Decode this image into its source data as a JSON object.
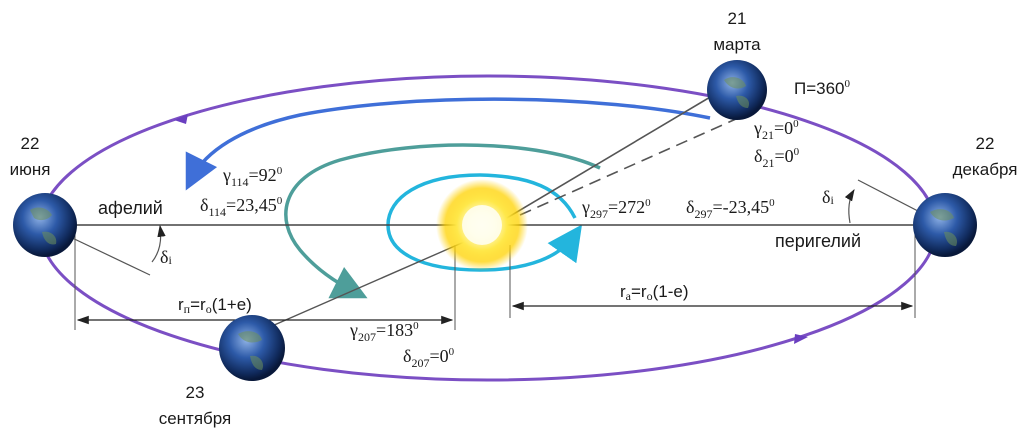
{
  "colors": {
    "outer_orbit": "#7b4fc4",
    "blue_arc": "#3f6fd8",
    "teal_arc": "#4e9e9a",
    "cyan_orbit": "#23b5dd",
    "axis_line": "#444444",
    "sun": "#ffd400"
  },
  "earths": {
    "june": {
      "day": "22",
      "month": "июня"
    },
    "march": {
      "day": "21",
      "month": "марта"
    },
    "december": {
      "day": "22",
      "month": "декабря"
    },
    "september": {
      "day": "23",
      "month": "сентября"
    }
  },
  "labels": {
    "aphelion": "афелий",
    "perihelion": "перигелий",
    "pi_eq": "П=360",
    "degree": "0"
  },
  "angles": {
    "g114": {
      "sym": "γ",
      "sub": "114",
      "val": "=92"
    },
    "d114": {
      "sym": "δ",
      "sub": "114",
      "val": "=23,45"
    },
    "g21": {
      "sym": "γ",
      "sub": "21",
      "val": "=0"
    },
    "d21": {
      "sym": "δ",
      "sub": "21",
      "val": "=0"
    },
    "g297": {
      "sym": "γ",
      "sub": "297",
      "val": "=272"
    },
    "d297": {
      "sym": "δ",
      "sub": "297",
      "val": "=-23,45"
    },
    "g207": {
      "sym": "γ",
      "sub": "207",
      "val": "=183"
    },
    "d207": {
      "sym": "δ",
      "sub": "207",
      "val": "=0"
    }
  },
  "delta_i": {
    "sym": "δ",
    "idx": "i"
  },
  "distances": {
    "rp": {
      "r": "r",
      "rsub": "п",
      "eq": "=r",
      "osub": "o",
      "tail": "(1+e)"
    },
    "ra": {
      "r": "r",
      "rsub": "a",
      "eq": "=r",
      "osub": "o",
      "tail": "(1-e)"
    }
  }
}
